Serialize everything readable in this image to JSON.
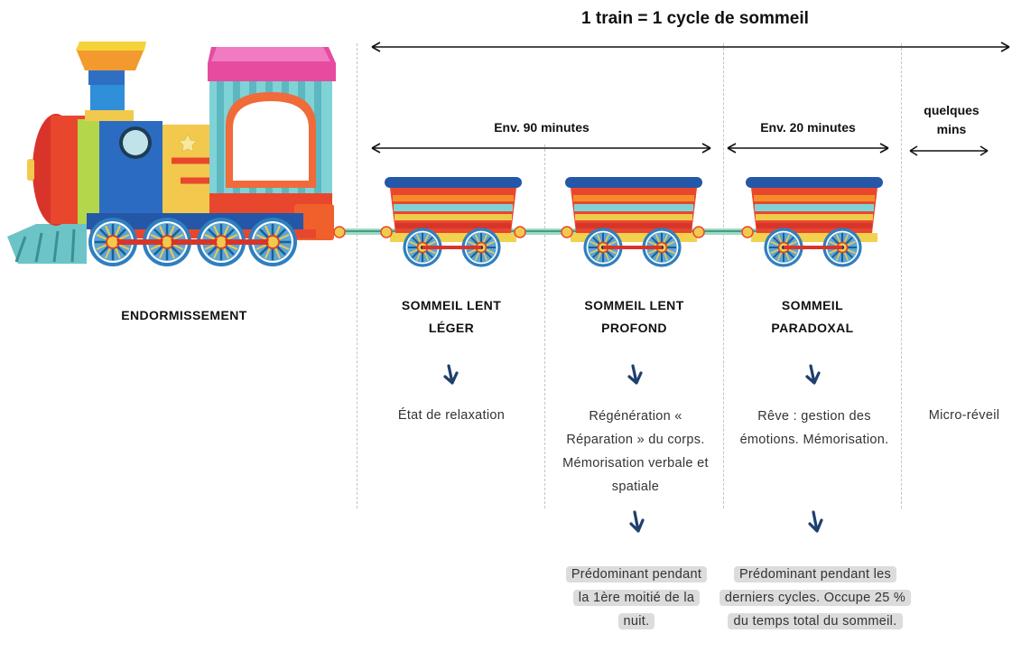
{
  "header": {
    "title": "1 train = 1 cycle de sommeil"
  },
  "durations": {
    "ninety": "Env. 90 minutes",
    "twenty": "Env. 20 minutes",
    "few_mins": "quelques mins"
  },
  "stages": {
    "endormissement": "ENDORMISSEMENT",
    "lent_leger": "SOMMEIL LENT LÉGER",
    "lent_profond": "SOMMEIL LENT PROFOND",
    "paradoxal": "SOMMEIL PARADOXAL"
  },
  "descriptions": {
    "lent_leger": "État de relaxation",
    "lent_profond": "Régénération « Réparation » du corps. Mémorisation verbale et spatiale",
    "paradoxal": "Rêve : gestion des émotions. Mémorisation.",
    "micro_reveil": "Micro-réveil"
  },
  "notes": {
    "lent_profond": "Prédominant pendant la 1ère moitié de la nuit.",
    "paradoxal": "Prédominant pendant les derniers cycles. Occupe 25 % du temps total du sommeil."
  },
  "colors": {
    "arrow_down": "#1f3f6e",
    "divider": "#b9c7d3",
    "highlight": "#dcdcdc"
  }
}
